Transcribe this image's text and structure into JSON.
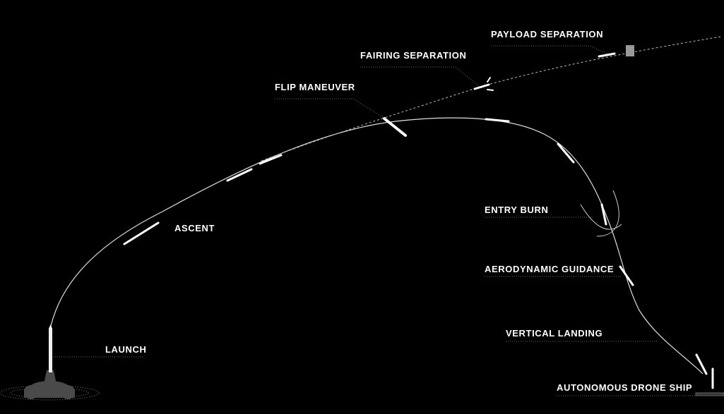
{
  "labels": {
    "launch": "LAUNCH",
    "ascent": "ASCENT",
    "flip": "FLIP MANEUVER",
    "fairing": "FAIRING SEPARATION",
    "payload": "PAYLOAD SEPARATION",
    "entry": "ENTRY BURN",
    "aero": "AERODYNAMIC GUIDANCE",
    "landing": "VERTICAL LANDING",
    "droneship": "AUTONOMOUS DRONE SHIP"
  },
  "colors": {
    "background": "#000000",
    "line": "#ffffff",
    "smoke": "#4a4a4a",
    "leader": "#666666"
  }
}
